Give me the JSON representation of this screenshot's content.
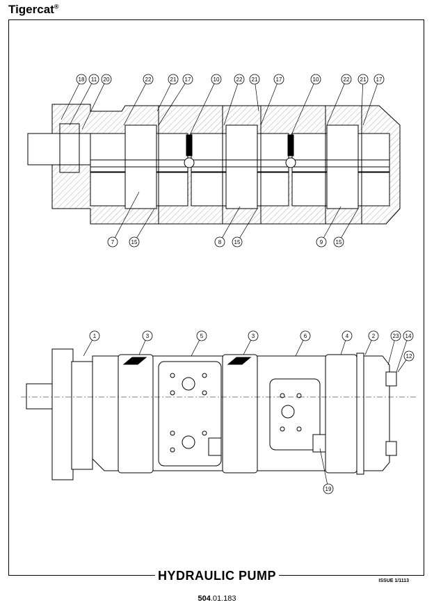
{
  "header": {
    "brand": "Tigercat",
    "brand_mark": "®"
  },
  "drawing": {
    "section_view_callouts": [
      "18",
      "11",
      "20",
      "22",
      "21",
      "17",
      "10",
      "22",
      "21",
      "17",
      "10",
      "22",
      "21",
      "17",
      "7",
      "15",
      "8",
      "15",
      "9",
      "15"
    ],
    "exterior_view_callouts": [
      "1",
      "3",
      "5",
      "3",
      "6",
      "4",
      "2",
      "23",
      "14",
      "12",
      "19"
    ]
  },
  "footer": {
    "title": "HYDRAULIC PUMP",
    "issue": "ISSUE 1/1113",
    "page_bold": "504",
    "page_rest": ".01.183"
  }
}
